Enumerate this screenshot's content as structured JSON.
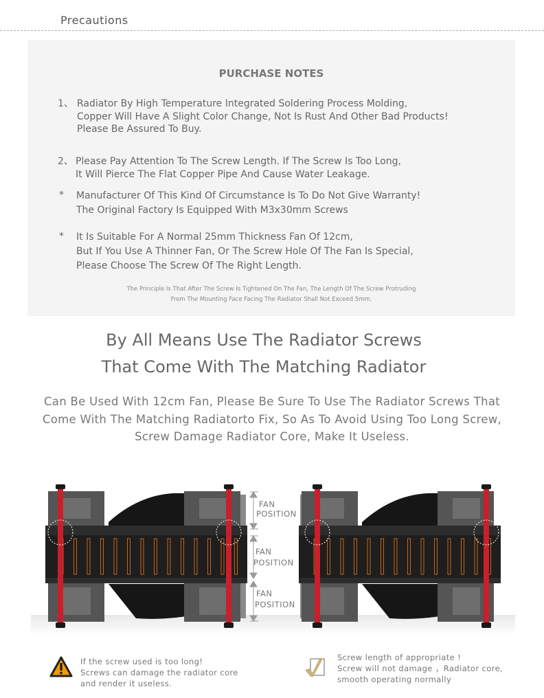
{
  "header": {
    "title": "Precautions"
  },
  "purchase_notes": {
    "title": "PURCHASE NOTES",
    "items": [
      {
        "marker": "1、",
        "lines": [
          "Radiator By High Temperature Integrated Soldering Process Molding,",
          "Copper Will Have A Slight Color Change, Not Is Rust And Other Bad Products!",
          "Please Be Assured To Buy."
        ]
      },
      {
        "marker": "2、",
        "lines": [
          "Please Pay Attention To The Screw Length. If The Screw Is Too Long,",
          "It Will Pierce The Flat Copper Pipe And Cause Water Leakage."
        ]
      },
      {
        "marker": "*",
        "lines": [
          "Manufacturer Of This Kind Of Circumstance Is To Do Not Give Warranty!",
          "The Original Factory Is Equipped With M3x30mm Screws"
        ]
      },
      {
        "marker": "*",
        "lines": [
          "It Is Suitable For A Normal 25mm Thickness Fan Of 12cm,",
          "But If You Use A Thinner Fan, Or The Screw Hole Of The Fan Is Special,",
          "Please Choose The Screw Of The Right Length."
        ]
      }
    ],
    "footnote": [
      "The Principle Is That After The Screw Is Tightened On The Fan, The Length Of The Screw Protruding",
      "From The Mounting Face Facing The Radiator Shall Not Exceed 5mm."
    ]
  },
  "headline": [
    "By All Means Use The Radiator Screws",
    "That Come With The Matching Radiator"
  ],
  "paragraph": [
    "Can Be Used With 12cm Fan, Please Be Sure To Use The Radiator Screws That",
    "Come With The Matching Radiatorto Fix, So As To Avoid Using Too Long Screw,",
    "Screw Damage Radiator Core, Make It Useless."
  ],
  "diagram": {
    "labels": [
      [
        "FAN",
        "POSITION"
      ],
      [
        "FAN",
        "POSITION"
      ],
      [
        "FAN",
        "POSITION"
      ]
    ],
    "colors": {
      "screw": "#c8202a",
      "fin": "#c8651a",
      "frame": "#555555",
      "radiator": "#1e1e1e"
    }
  },
  "legend": {
    "warning": {
      "icon": "warning-icon",
      "lines": [
        "If the screw used is too long!",
        "Screws can damage the radiator core",
        "and render it useless."
      ]
    },
    "ok": {
      "icon": "checkbox-check-icon",
      "lines": [
        "Screw length of appropriate !",
        "Screw will not damage ，Radiator core,",
        "smooth operating normally"
      ]
    }
  }
}
